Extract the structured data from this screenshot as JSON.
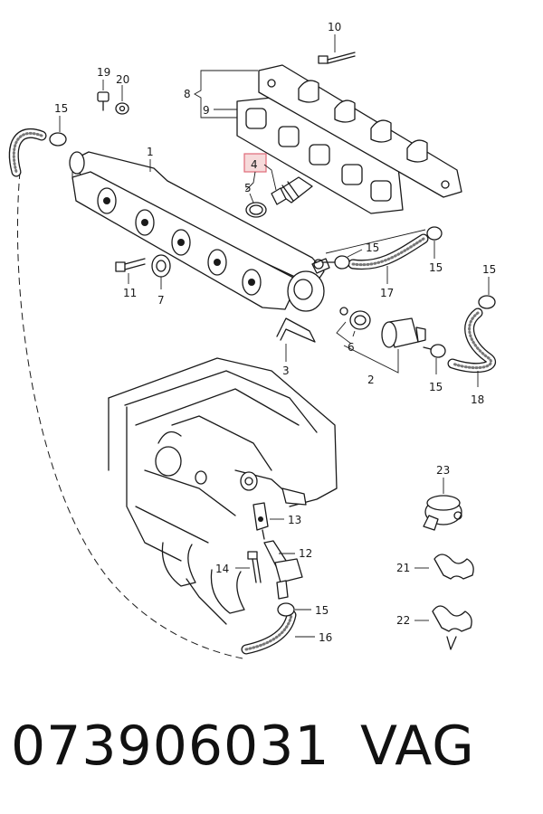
{
  "callouts": {
    "c1": "1",
    "c2": "2",
    "c3": "3",
    "c4": "4",
    "c5": "5",
    "c6": "6",
    "c7": "7",
    "c8": "8",
    "c9": "9",
    "c10": "10",
    "c11": "11",
    "c12": "12",
    "c13": "13",
    "c14": "14",
    "c15a": "15",
    "c15b": "15",
    "c15c": "15",
    "c15d": "15",
    "c15e": "15",
    "c15f": "15",
    "c16": "16",
    "c17": "17",
    "c18": "18",
    "c19": "19",
    "c20": "20",
    "c21": "21",
    "c22": "22",
    "c23": "23"
  },
  "highlighted_callout": "4",
  "colors": {
    "highlight_fill": "#f6dada",
    "highlight_stroke": "#e06a78",
    "line": "#1a1a1a"
  },
  "footer": {
    "part_number": "073906031",
    "brand": "VAG"
  }
}
